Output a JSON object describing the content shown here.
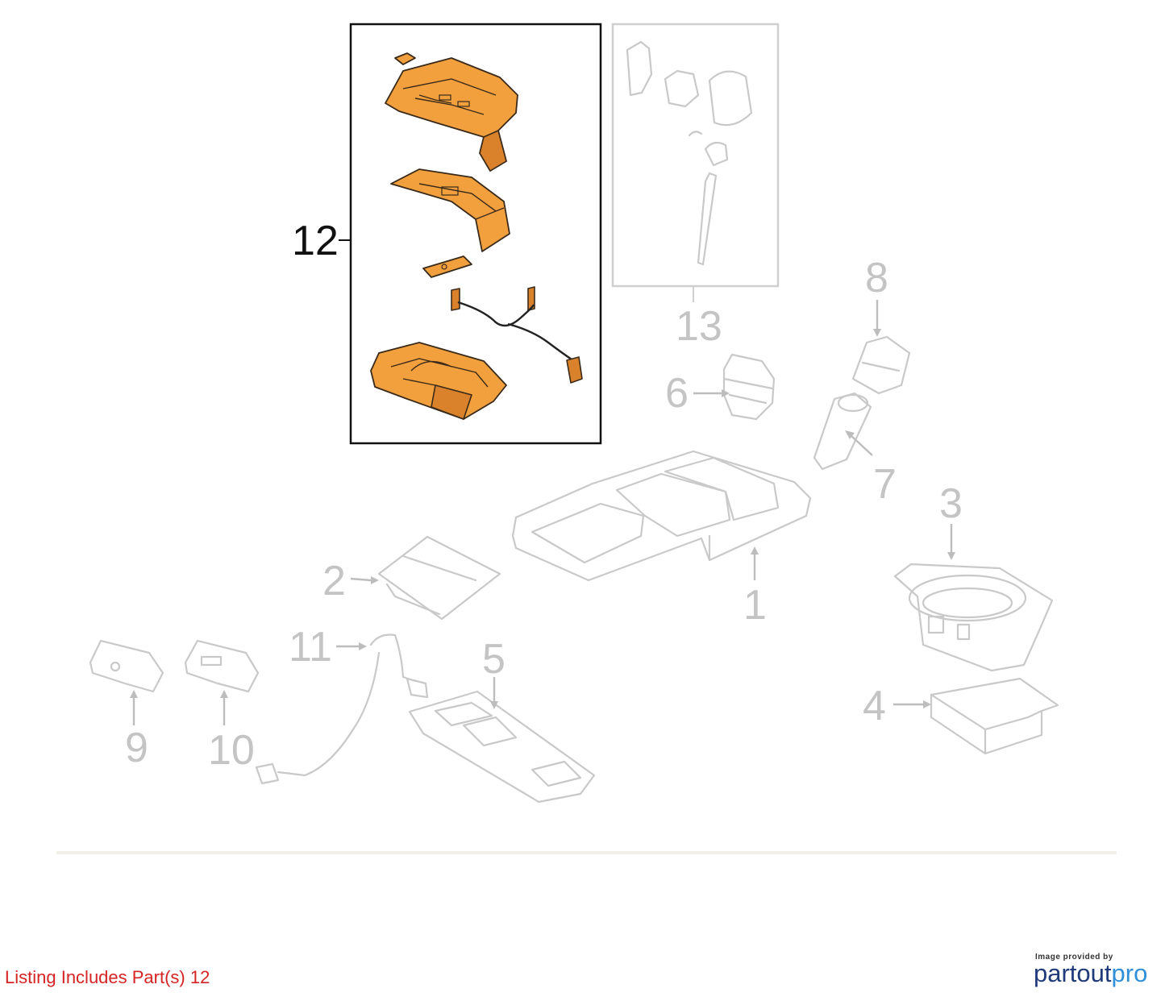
{
  "callouts": {
    "c1": "1",
    "c2": "2",
    "c3": "3",
    "c4": "4",
    "c5": "5",
    "c6": "6",
    "c7": "7",
    "c8": "8",
    "c9": "9",
    "c10": "10",
    "c11": "11",
    "c12": "12",
    "c13": "13"
  },
  "highlighted_part": "12",
  "colors": {
    "highlight": "#f2a03d",
    "ghost_line": "#c9c9c9",
    "listing_text": "#d62424",
    "brand_primary": "#1f3a7a",
    "brand_accent": "#2f8fd8"
  },
  "footer": {
    "listing_text": "Listing Includes Part(s) 12",
    "credit_caption": "Image provided by",
    "brand_part1": "partout",
    "brand_part2": "pro"
  }
}
